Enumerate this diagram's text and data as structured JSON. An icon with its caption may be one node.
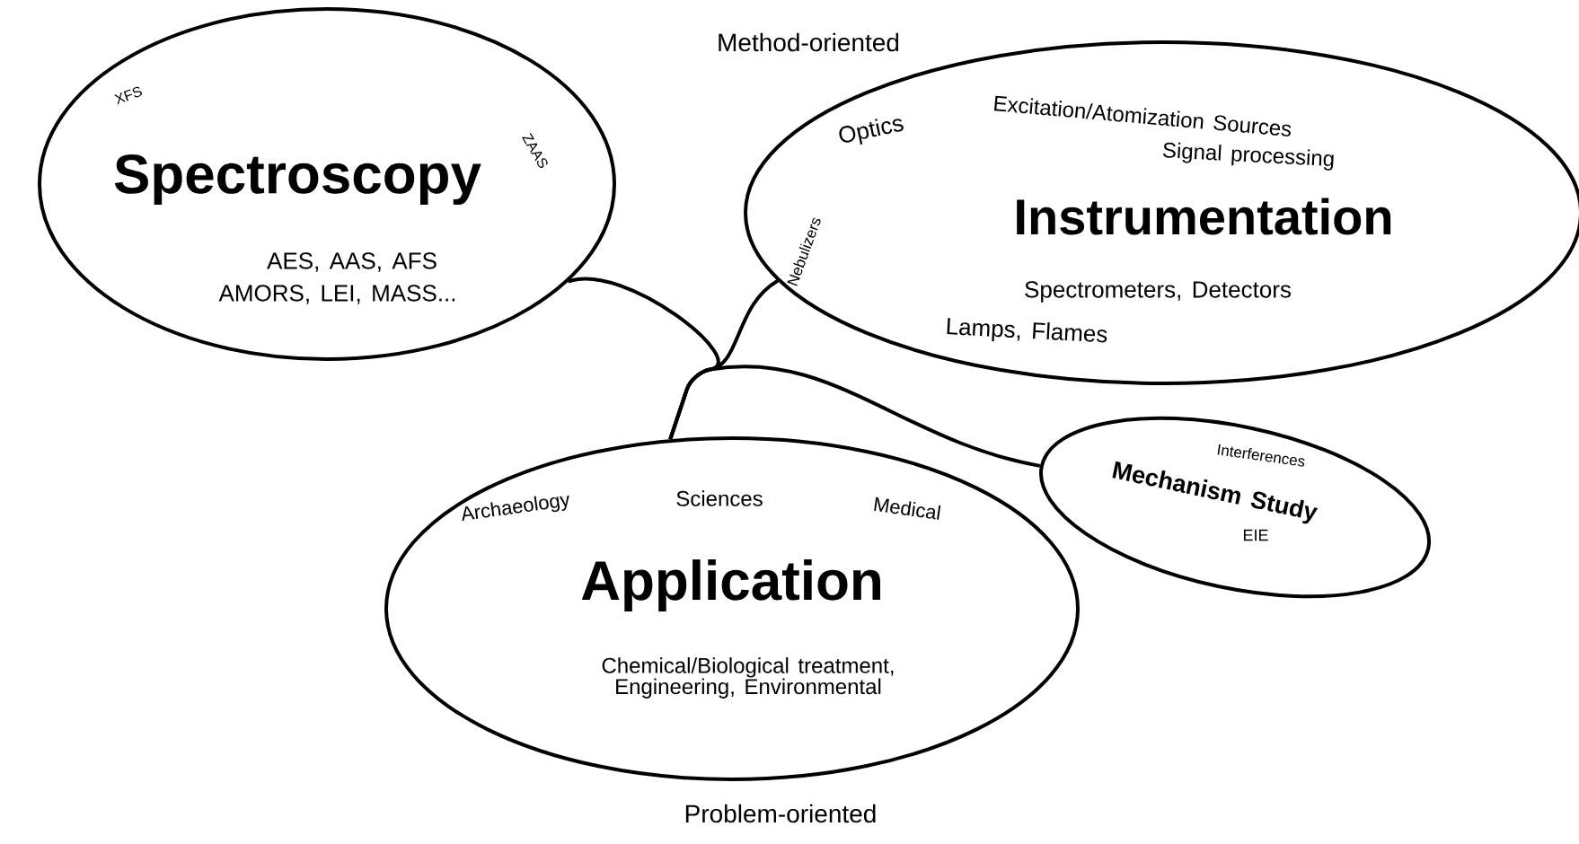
{
  "diagram": {
    "nodes": [
      {
        "text": [
          "XFS",
          "ZAAS",
          "Spectroscopy",
          "AES, AAS, AFS",
          "AMORS, LEI, MASS..."
        ]
      },
      {
        "text": [
          "Optics",
          "Excitation/Atomization Sources",
          "Signal processing",
          "Nebulizers",
          "Instrumentation",
          "Spectrometers, Detectors",
          "Lamps, Flames"
        ]
      },
      {
        "text": [
          "Interferences",
          "Mechanism Study",
          "EIE"
        ]
      },
      {
        "text": [
          "Archaeology",
          "Sciences",
          "Medical",
          "Application",
          "Chemical/Biological treatment, Engineering, Environmental"
        ]
      }
    ],
    "edges": [
      {
        "from": 3,
        "to": 0,
        "arrow": "none"
      },
      {
        "from": 3,
        "to": 1,
        "arrow": "none"
      },
      {
        "from": 3,
        "to": 2,
        "arrow": "none"
      }
    ],
    "labels": [
      "Method-oriented",
      "Problem-oriented"
    ]
  }
}
